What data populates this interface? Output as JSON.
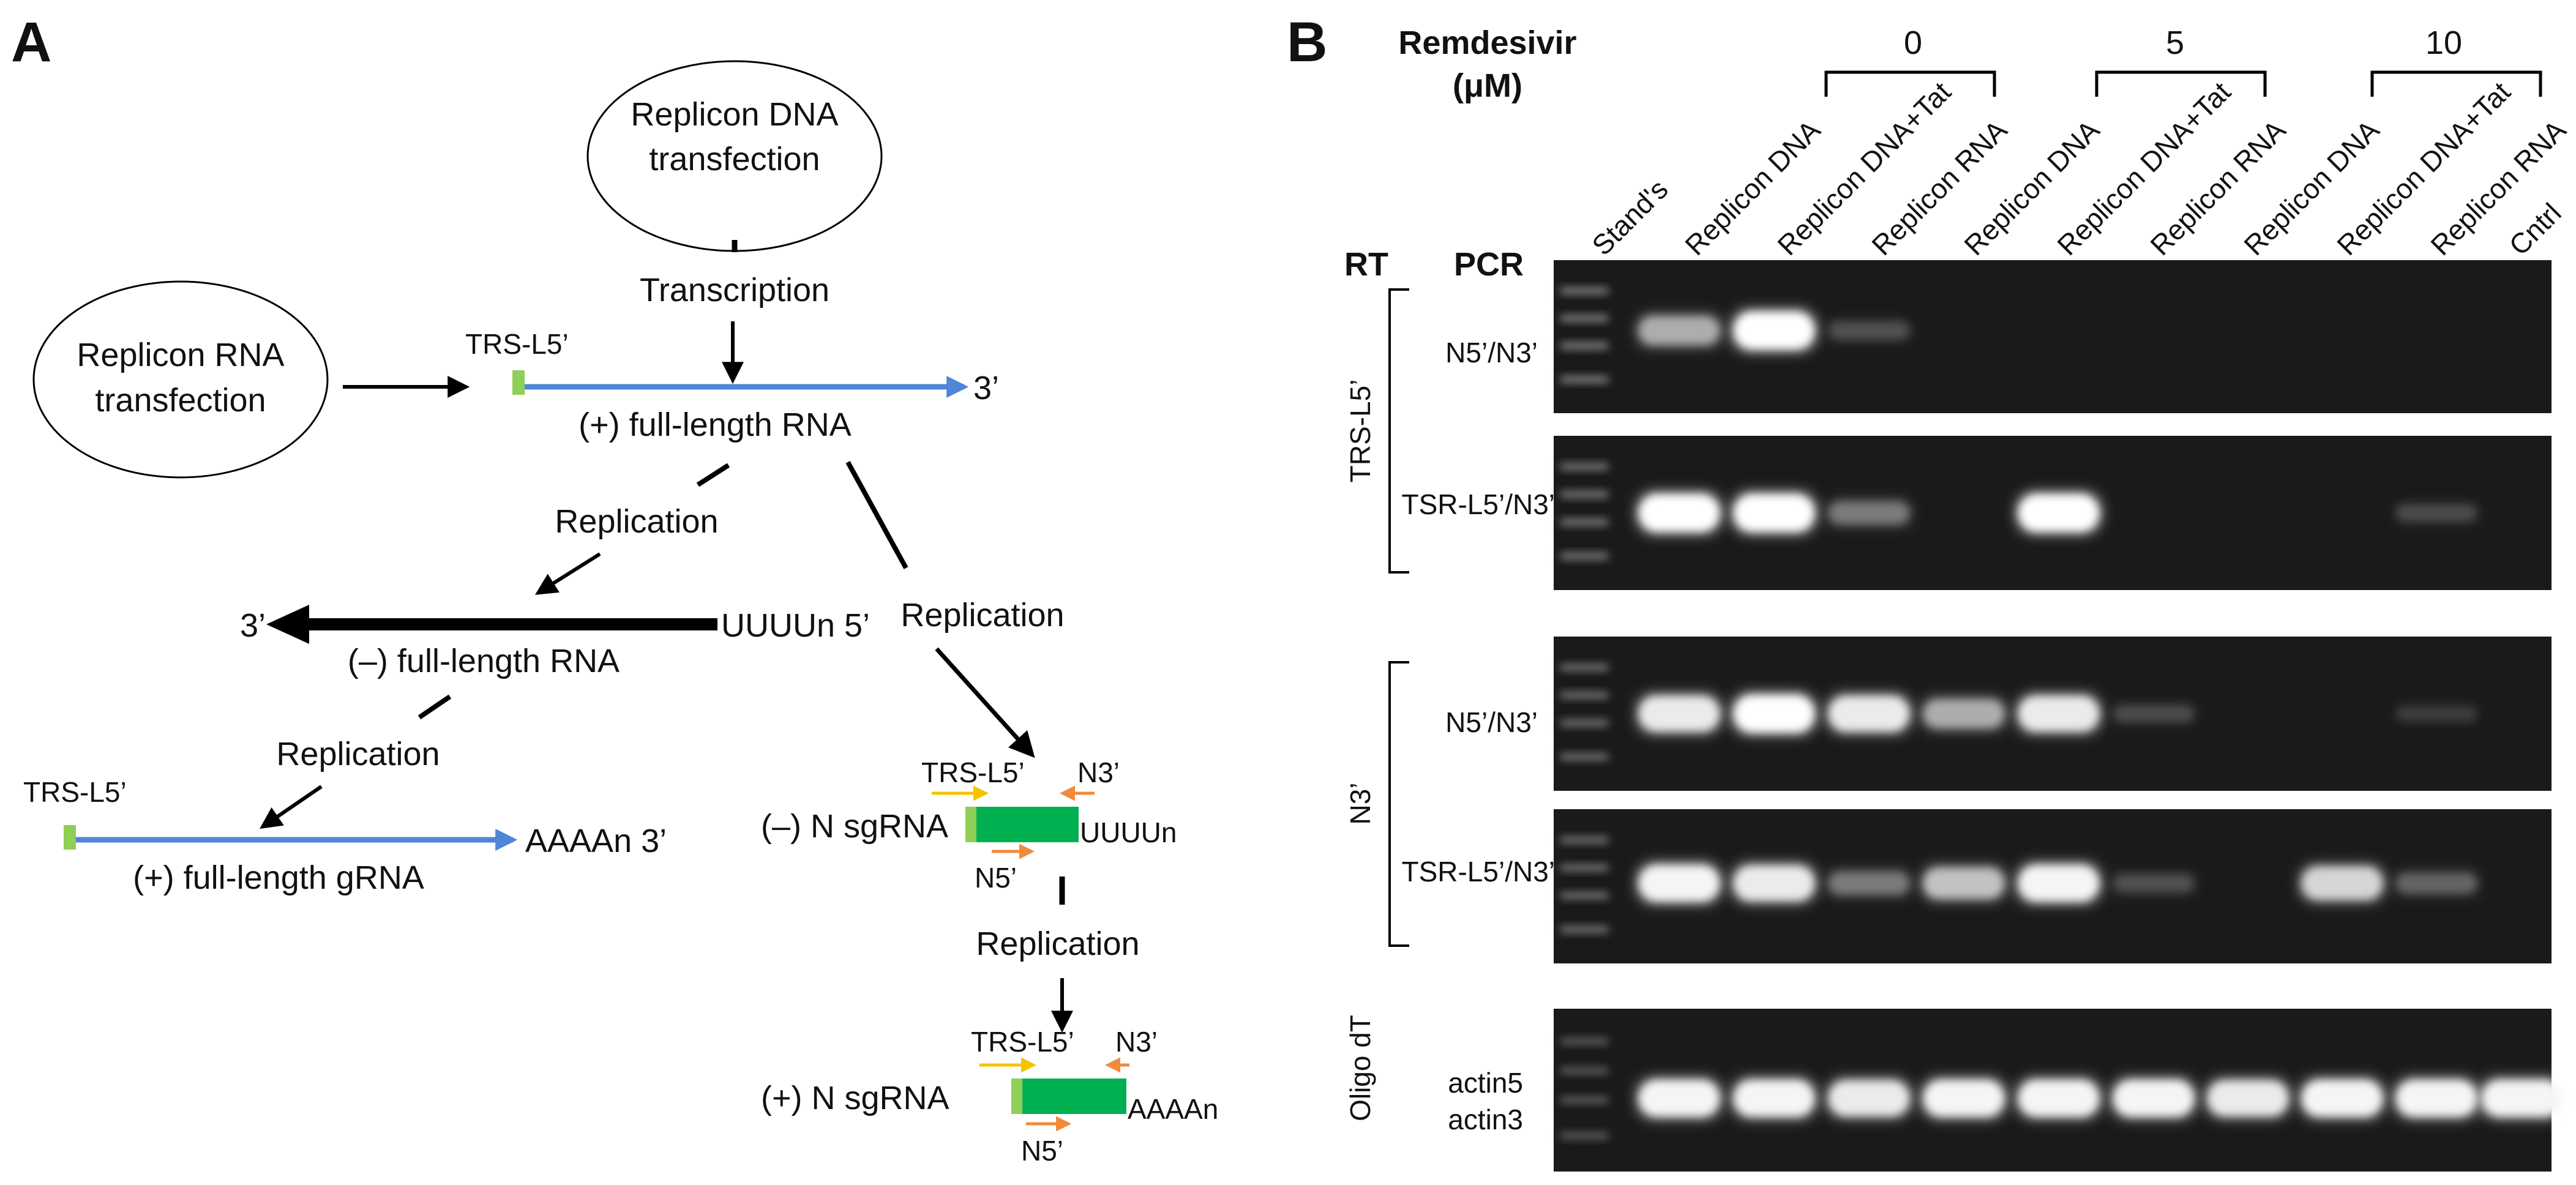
{
  "panel_a": {
    "letter": "A",
    "dna_transfection": [
      "Replicon DNA",
      "transfection"
    ],
    "rna_transfection": [
      "Replicon RNA",
      "transfection"
    ],
    "transcription": "Transcription",
    "trs_label": "TRS-L5’",
    "plus_full_length_rna": "(+) full-length RNA",
    "three_prime": "3’",
    "replication_1": "Replication",
    "replication_2": "Replication",
    "replication_3": "Replication",
    "replication_4": "Replication",
    "minus_three": "3’",
    "minus_end": "UUUUn 5’",
    "minus_full_length_rna": "(–) full-length RNA",
    "grna_trs": "TRS-L5’",
    "grna_end": "AAAAn 3’",
    "plus_full_length_grna": "(+) full-length gRNA",
    "minus_sg": {
      "name": "(–) N sgRNA",
      "trs": "TRS-L5’",
      "n3": "N3’",
      "n5": "N5’",
      "end": "UUUUn"
    },
    "plus_sg": {
      "name": "(+) N sgRNA",
      "trs": "TRS-L5’",
      "n3": "N3’",
      "n5": "N5’",
      "end": "AAAAn"
    },
    "colors": {
      "strand_blue": "#4f86d6",
      "green_box": "#00b050",
      "trs_green": "#8fcf55",
      "primer_yellow": "#f5c400",
      "primer_orange": "#f08a3c"
    }
  },
  "panel_b": {
    "letter": "B",
    "remdesivir": [
      "Remdesivir",
      "(μM)"
    ],
    "doses": [
      "0",
      "5",
      "10"
    ],
    "rt_header": "RT",
    "pcr_header": "PCR",
    "lanes": [
      "Stand's",
      "Replicon DNA",
      "Replicon DNA+Tat",
      "Replicon RNA",
      "Replicon DNA",
      "Replicon DNA+Tat",
      "Replicon RNA",
      "Replicon DNA",
      "Replicon DNA+Tat",
      "Replicon RNA",
      "Cntrl"
    ],
    "rt_groups": [
      "TRS-L5’",
      "N3’",
      "Oligo dT"
    ],
    "gels": [
      {
        "primer": [
          "N5’/N3’"
        ],
        "bands": [
          0.4,
          0.6,
          1.0,
          0.15,
          0,
          0,
          0,
          0,
          0,
          0,
          0
        ]
      },
      {
        "primer": [
          "TSR-L5’/N3’"
        ],
        "bands": [
          0.35,
          1.0,
          1.0,
          0.35,
          0,
          1.0,
          0,
          0,
          0,
          0.12,
          0
        ]
      },
      {
        "primer": [
          "N5’/N3’"
        ],
        "bands": [
          0.3,
          0.9,
          1.0,
          0.9,
          0.6,
          0.9,
          0.12,
          0,
          0,
          0.06,
          0
        ]
      },
      {
        "primer": [
          "TSR-L5’/N3’"
        ],
        "bands": [
          0.3,
          0.95,
          0.9,
          0.35,
          0.7,
          0.95,
          0.15,
          0,
          0.8,
          0.25,
          0
        ]
      },
      {
        "primer": [
          "actin5",
          "actin3"
        ],
        "bands": [
          0.1,
          0.95,
          0.95,
          0.9,
          0.95,
          0.95,
          0.95,
          0.9,
          0.95,
          0.95,
          0.95
        ]
      }
    ]
  }
}
